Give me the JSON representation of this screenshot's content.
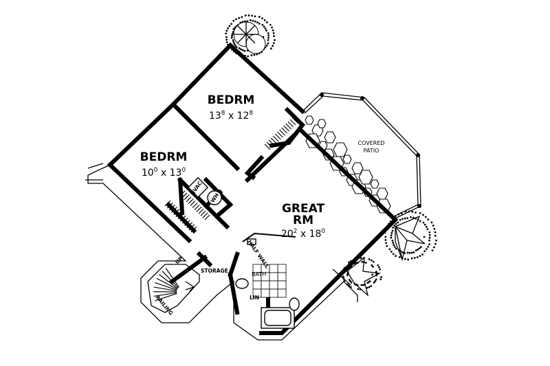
{
  "rooms": {
    "bedroom_1": {
      "name": "BEDRM",
      "dims_w": "13",
      "dims_w_in": "8",
      "dims_l": "12",
      "dims_l_in": "8"
    },
    "bedroom_2": {
      "name": "BEDRM",
      "dims_w": "10",
      "dims_w_in": "0",
      "dims_l": "13",
      "dims_l_in": "0"
    },
    "great_room": {
      "name_line1": "GREAT",
      "name_line2": "RM",
      "dims_w": "20",
      "dims_w_in": "2",
      "dims_l": "18",
      "dims_l_in": "0"
    },
    "patio": {
      "line1": "COVERED",
      "line2": "PATIO"
    },
    "bath": {
      "name": "BATH"
    },
    "linen": {
      "name": "LIN"
    },
    "storage": {
      "name": "STORAGE"
    },
    "hvac": {
      "name": "HVAC"
    },
    "water_heater": {
      "name": "WH"
    },
    "half_wall": {
      "name": "HALF WALL"
    },
    "railing": {
      "name": "RAILING"
    },
    "stair_mark": {
      "name": "UP"
    }
  },
  "separator": "x"
}
